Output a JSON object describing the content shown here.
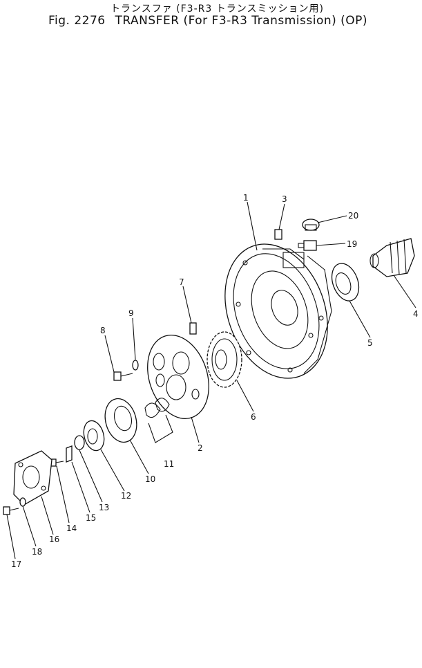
{
  "header": {
    "title_jp": "トランスファ (F3-R3 トランスミッション用)",
    "title_en_fig": "Fig. 2276",
    "title_en_name": "TRANSFER",
    "title_en_for": "(For F3-R3 Transmission)",
    "title_en_option": "(OP)"
  },
  "callouts": [
    {
      "id": "1",
      "label": "1"
    },
    {
      "id": "2",
      "label": "2"
    },
    {
      "id": "3",
      "label": "3"
    },
    {
      "id": "4",
      "label": "4"
    },
    {
      "id": "5",
      "label": "5"
    },
    {
      "id": "6",
      "label": "6"
    },
    {
      "id": "7",
      "label": "7"
    },
    {
      "id": "8",
      "label": "8"
    },
    {
      "id": "9",
      "label": "9"
    },
    {
      "id": "10",
      "label": "10"
    },
    {
      "id": "11",
      "label": "11"
    },
    {
      "id": "12",
      "label": "12"
    },
    {
      "id": "13",
      "label": "13"
    },
    {
      "id": "14",
      "label": "14"
    },
    {
      "id": "15",
      "label": "15"
    },
    {
      "id": "16",
      "label": "16"
    },
    {
      "id": "17",
      "label": "17"
    },
    {
      "id": "18",
      "label": "18"
    },
    {
      "id": "19",
      "label": "19"
    },
    {
      "id": "20",
      "label": "20"
    }
  ]
}
